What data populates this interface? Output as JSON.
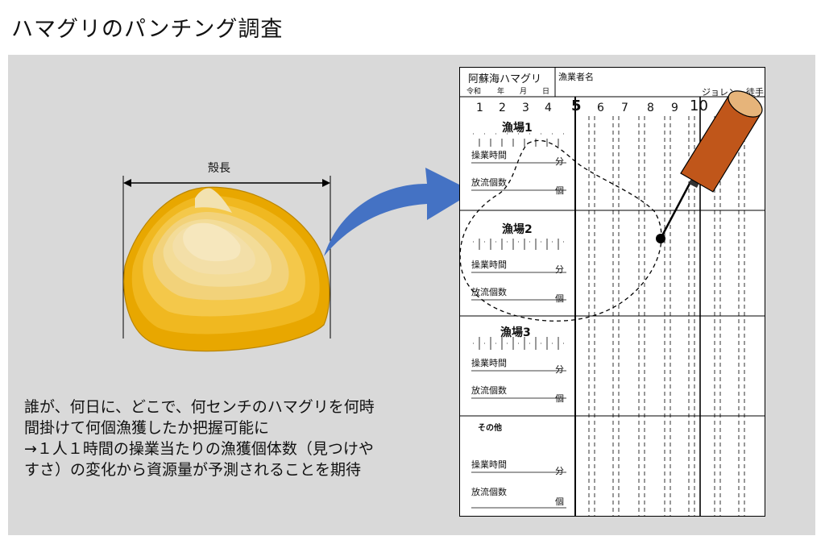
{
  "title": "ハマグリのパンチング調査",
  "shell_label": "殻長",
  "description": [
    "誰が、何日に、どこで、何センチのハマグリを何時",
    "間掛けて何個漁獲したか把握可能に",
    "→１人１時間の操業当たりの漁獲個体数（見つけや",
    "すさ）の変化から資源量が予測されることを期待"
  ],
  "form": {
    "header_title": "阿蘇海ハマグリ",
    "date_labels": [
      "令和",
      "年",
      "月",
      "日"
    ],
    "fisher_label": "漁業者名",
    "tool_label": "ジョレン・徒手",
    "size_numbers": [
      "1",
      "2",
      "3",
      "4",
      "5",
      "6",
      "7",
      "8",
      "9",
      "10"
    ],
    "areas": [
      {
        "name": "漁場1",
        "time_label": "操業時間",
        "time_unit": "分",
        "count_label": "放流個数",
        "count_unit": "個"
      },
      {
        "name": "漁場2",
        "time_label": "操業時間",
        "time_unit": "分",
        "count_label": "放流個数",
        "count_unit": "個"
      },
      {
        "name": "漁場3",
        "time_label": "操業時間",
        "time_unit": "分",
        "count_label": "放流個数",
        "count_unit": "個"
      },
      {
        "name": "その他",
        "time_label": "操業時間",
        "time_unit": "分",
        "count_label": "放流個数",
        "count_unit": "個"
      }
    ]
  },
  "colors": {
    "arrow": "#4472c4",
    "shell_dark": "#e8a700",
    "shell_light": "#f3dfa8",
    "punch_body": "#c0561a",
    "panel_bg": "#d9d9d9"
  }
}
